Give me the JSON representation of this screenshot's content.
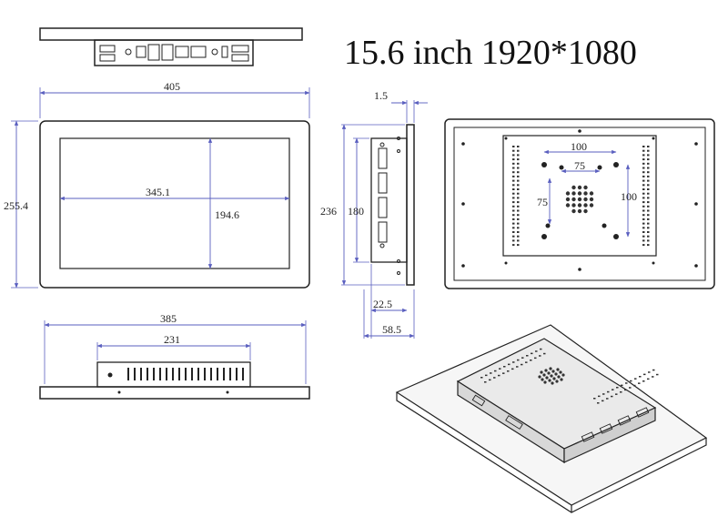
{
  "title": "15.6 inch 1920*1080",
  "front_view": {
    "width_label": "405",
    "height_label": "255.4",
    "screen_width_label": "345.1",
    "screen_height_label": "194.6"
  },
  "side_view": {
    "bezel_thickness_label": "1.5",
    "height_label": "236",
    "mount_height_label": "180",
    "box_depth_label": "22.5",
    "total_depth_label": "58.5"
  },
  "back_view": {
    "vesa_outer_label": "100",
    "vesa_inner_label": "75",
    "vesa_inner_vertical_label": "75",
    "vesa_outer_vertical_label": "100"
  },
  "bottom_view": {
    "width_label": "385",
    "box_width_label": "231"
  },
  "colors": {
    "line": "#222222",
    "dimension": "#5a5fbf",
    "iso_fill": "#f2f2f2"
  }
}
